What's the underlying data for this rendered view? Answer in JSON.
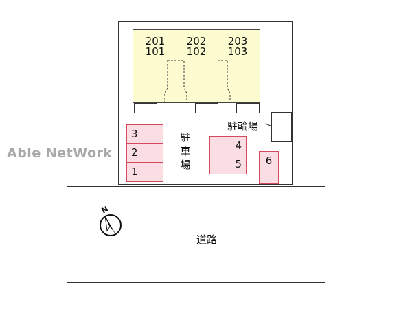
{
  "watermark": "Able NetWork",
  "units": [
    {
      "upper": "201",
      "lower": "101"
    },
    {
      "upper": "202",
      "lower": "102"
    },
    {
      "upper": "203",
      "lower": "103"
    }
  ],
  "parking_label": [
    "駐",
    "車",
    "場"
  ],
  "bike_parking_label": "駐輪場",
  "parking_spaces": [
    "3",
    "2",
    "1",
    "4",
    "5",
    "6"
  ],
  "road_label": "道路",
  "compass_label": "N"
}
